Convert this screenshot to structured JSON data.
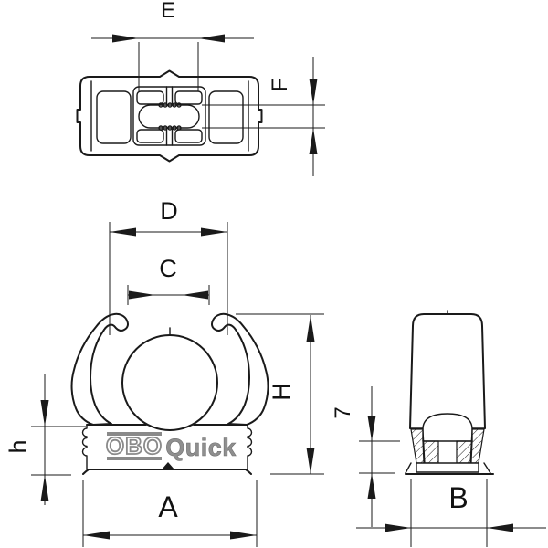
{
  "drawing": {
    "labels": {
      "E": "E",
      "F": "F",
      "D": "D",
      "C": "C",
      "H": "H",
      "h": "h",
      "A": "A",
      "B": "B",
      "base_height": "7"
    },
    "emboss": {
      "brand": "OBO",
      "model": "Quick"
    },
    "colors": {
      "line": "#1a1a1a",
      "emboss_gray": "#8a8a8a",
      "background": "#ffffff"
    }
  }
}
